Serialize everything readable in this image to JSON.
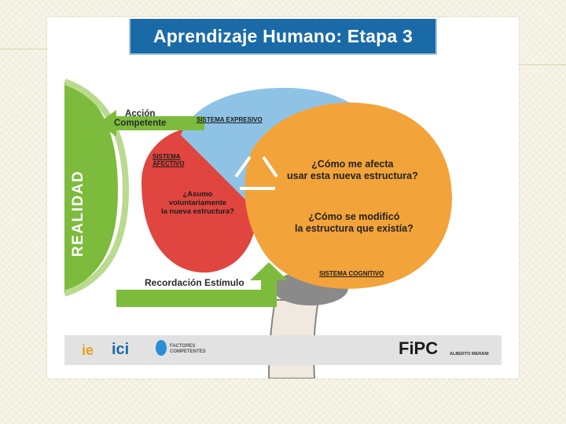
{
  "slide": {
    "title": "Aprendizaje Humano: Etapa 3"
  },
  "diagram": {
    "side_label": "REALIDAD",
    "arrow_top": "Acción\nCompetente",
    "arrow_bottom": "Recordación Estímulo",
    "system_expressive": "SISTEMA EXPRESIVO",
    "system_affective": "SISTEMA\nAFECTIVO",
    "system_cognitive": "SISTEMA COGNITIVO",
    "question_affective": "¿Asumo\nvoluntariamente\nla nueva estructura?",
    "question_1": "¿Cómo me afecta\nusar esta nueva estructura?",
    "question_2": "¿Cómo se modificó\nla estructura que existía?"
  },
  "footer": {
    "logo_1": "ie",
    "logo_2": "ici",
    "logo_3": "FACTORES\nCOMPETENTES",
    "logo_4": "FiPC",
    "logo_4_sub": "ALBERTO MERANI",
    "colors": {
      "blue": "#1a6aa8",
      "green": "#7dbb3d",
      "orange": "#f2a33a",
      "red": "#e0463f",
      "light_blue": "#8fc3e6"
    }
  }
}
